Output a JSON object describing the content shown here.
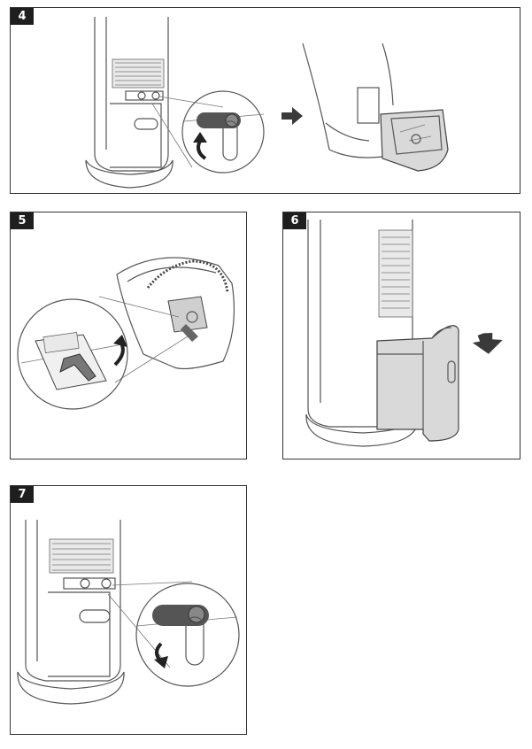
{
  "steps": [
    {
      "number": "4",
      "description_hidden": null
    },
    {
      "number": "5"
    },
    {
      "number": "6"
    },
    {
      "number": "7"
    }
  ],
  "colors": {
    "frame": "#333333",
    "badge": "#1e1e1e",
    "tank": "#d9d9d9",
    "knob": "#555555",
    "arrow": "#3a3a3a"
  },
  "icons": {
    "arrow_right": "arrow-right-icon",
    "rotate_up": "rotate-up-arrow-icon",
    "rotate_cw": "rotate-clockwise-arrow-icon",
    "rotate_down": "rotate-down-arrow-icon"
  }
}
